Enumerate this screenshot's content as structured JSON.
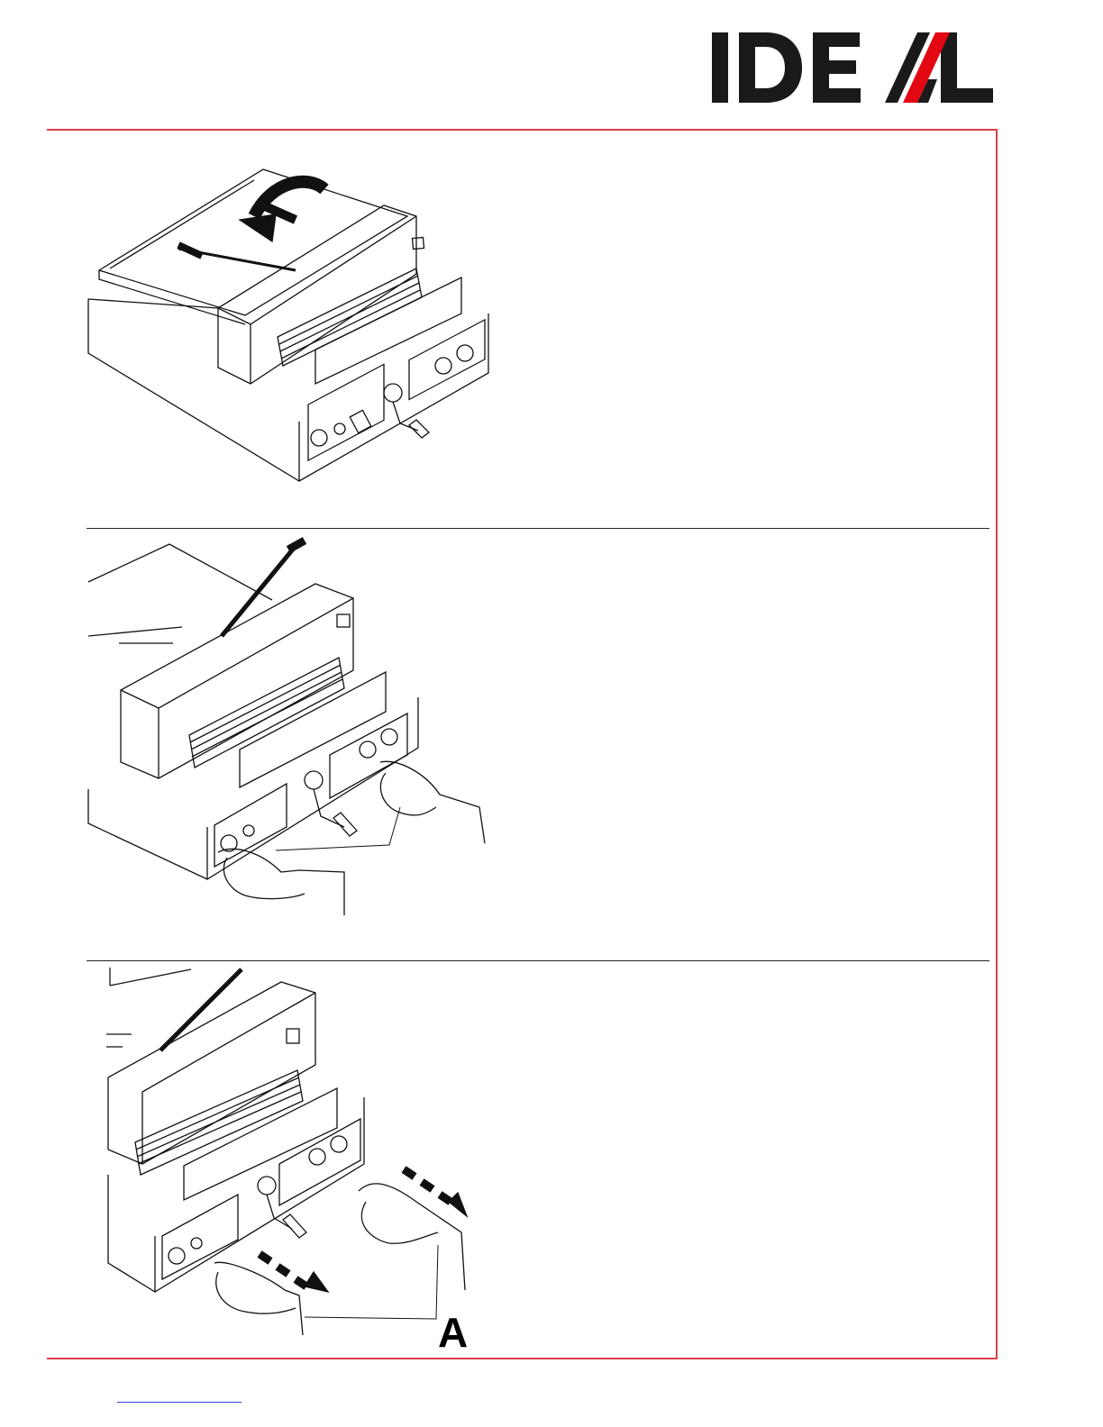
{
  "logo": {
    "text": "IDEAL",
    "colors": {
      "text": "#1a1a1a",
      "accent": "#e30613"
    }
  },
  "frame": {
    "color": "#d7404a"
  },
  "figures": [
    {
      "name": "guillotine-lowering-blade-with-wrench"
    },
    {
      "name": "guillotine-two-hand-operation"
    },
    {
      "name": "guillotine-hands-released",
      "callout": "A"
    }
  ],
  "footer": {
    "link_color": "#2a4bd6"
  }
}
